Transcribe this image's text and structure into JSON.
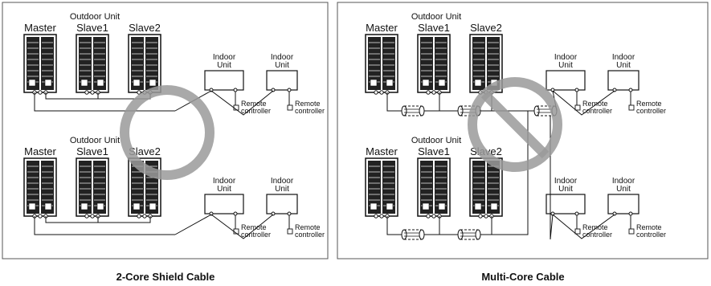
{
  "left_panel": {
    "caption": "2-Core Shield Cable",
    "top_group": {
      "outdoor_title": "Outdoor Unit",
      "unit_labels": [
        "Master",
        "Slave1",
        "Slave2"
      ],
      "indoor_units": [
        {
          "line1": "Indoor",
          "line2": "Unit",
          "remote1": "Remote",
          "remote2": "controller"
        },
        {
          "line1": "Indoor",
          "line2": "Unit",
          "remote1": "Remote",
          "remote2": "controller"
        }
      ]
    },
    "bottom_group": {
      "outdoor_title": "Outdoor Unit",
      "unit_labels": [
        "Master",
        "Slave1",
        "Slave2"
      ],
      "indoor_units": [
        {
          "line1": "Indoor",
          "line2": "Unit",
          "remote1": "Remote",
          "remote2": "controller"
        },
        {
          "line1": "Indoor",
          "line2": "Unit",
          "remote1": "Remote",
          "remote2": "controller"
        }
      ]
    },
    "symbol": "ok-circle"
  },
  "right_panel": {
    "caption": "Multi-Core Cable",
    "top_group": {
      "outdoor_title": "Outdoor Unit",
      "unit_labels": [
        "Master",
        "Slave1",
        "Slave2"
      ],
      "indoor_units": [
        {
          "line1": "Indoor",
          "line2": "Unit",
          "remote1": "Remote",
          "remote2": "controller"
        },
        {
          "line1": "Indoor",
          "line2": "Unit",
          "remote1": "Remote",
          "remote2": "controller"
        }
      ]
    },
    "bottom_group": {
      "outdoor_title": "Outdoor Unit",
      "unit_labels": [
        "Master",
        "Slave1",
        "Slave2"
      ],
      "indoor_units": [
        {
          "line1": "Indoor",
          "line2": "Unit",
          "remote1": "Remote",
          "remote2": "controller"
        },
        {
          "line1": "Indoor",
          "line2": "Unit",
          "remote1": "Remote",
          "remote2": "controller"
        }
      ]
    },
    "symbol": "prohibited-circle"
  }
}
